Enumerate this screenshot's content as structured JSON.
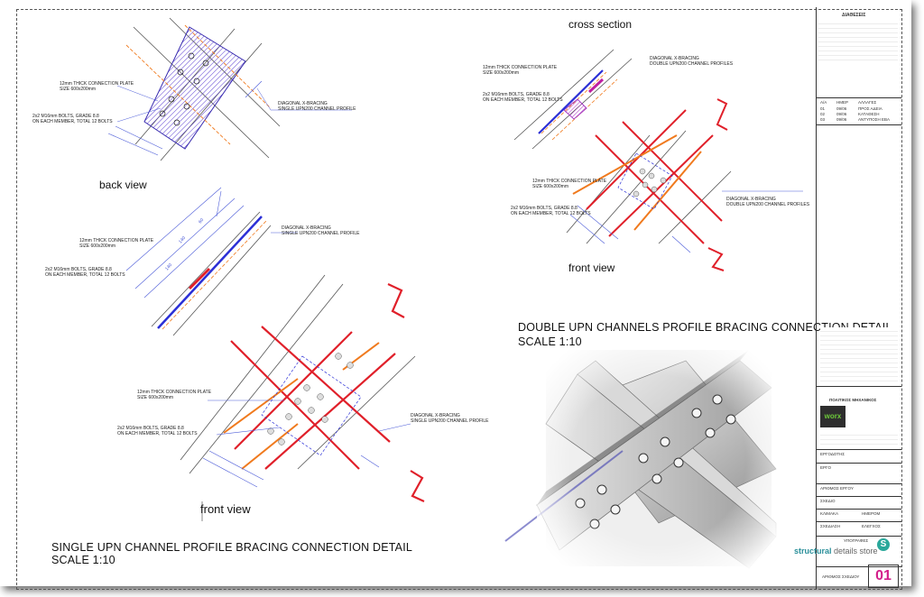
{
  "colors": {
    "red": "#e0202a",
    "orange": "#f07a1e",
    "blue": "#2b2fd6",
    "purple": "#a63ac4",
    "dim": "#4b5bd8",
    "magenta": "#d31f8a",
    "teal": "#2aa89b"
  },
  "views": {
    "back_view": "back view",
    "cross_section": "cross section",
    "front_view_left": "front view",
    "front_view_right": "front view"
  },
  "titles": {
    "single_title": "SINGLE UPN CHANNEL PROFILE BRACING CONNECTION DETAIL",
    "single_scale": "SCALE 1:10",
    "double_title": "DOUBLE UPN CHANNELS PROFILE BRACING CONNECTION DETAIL",
    "double_scale": "SCALE 1:10"
  },
  "notes": {
    "plate_line1": "12mm THICK CONNECTION PLATE",
    "plate_line2": "SIZE 600x200mm",
    "bolts_line1": "2x2 M16mm BOLTS, GRADE 8.8",
    "bolts_line2": "ON EACH MEMBER, TOTAL 12 BOLTS",
    "bracing_line1": "DIAGONAL X-BRACING",
    "bracing_line2": "SINGLE UPN200 CHANNEL PROFILE",
    "dbl_plate_line1": "12mm THICK CONNECTION PLATE",
    "dbl_plate_line2": "SIZE 600x200mm",
    "dbl_bolts_line1": "2x2 M16mm BOLTS, GRADE 8.8",
    "dbl_bolts_line2": "ON EACH MEMBER, TOTAL 12 BOLTS",
    "dbl_bracing_line1": "DIAGONAL X-BRACING",
    "dbl_bracing_line2": "DOUBLE UPN200 CHANNEL PROFILES"
  },
  "title_block": {
    "revisions_header": "ΔΙΑΘΕΣΕΙΣ",
    "rev_cols": [
      "Α/Α",
      "ΗΜΕΡ",
      "ΑΛΛΑΓΕΣ"
    ],
    "rev_rows": [
      [
        "01",
        "09/06",
        "ΠΡΟΣ ΑΔΕΙΑ"
      ],
      [
        "02",
        "09/06",
        "ΚΑΤΑΘΕΣΗ"
      ],
      [
        "03",
        "09/06",
        "ΑΝΤΥΠΟΣΗ ΕΒΑ"
      ]
    ],
    "designer": "ΠΟΛΙΤΙΚΟΣ ΜΗΧΑΝΙΚΟΣ",
    "logo": "worx",
    "owner_label": "ΕΡΓΟΔΟΤΗΣ",
    "project_label": "ΕΡΓΟ",
    "drawing_no_label": "ΑΡΙΘΜΟΣ ΕΡΓΟΥ",
    "drawing_label": "ΣΧΕΔΙΟ",
    "scale_label": "ΚΛΙΜΑΚΑ",
    "date_label": "ΗΜΕΡΟΜ",
    "designed_label": "ΣΧΕΔΙΑΣΗ",
    "checked_label": "ΕΛΕΓΧΟΣ",
    "signatures_label": "ΥΠΟΓΡΑΦΕΣ",
    "sheet_label": "ΑΡΙΘΜΟΣ ΣΧΕΔΙΟΥ",
    "sheet_no": "01"
  },
  "brand": {
    "name": "structural",
    "suffix": "details store",
    "icon": "S"
  }
}
